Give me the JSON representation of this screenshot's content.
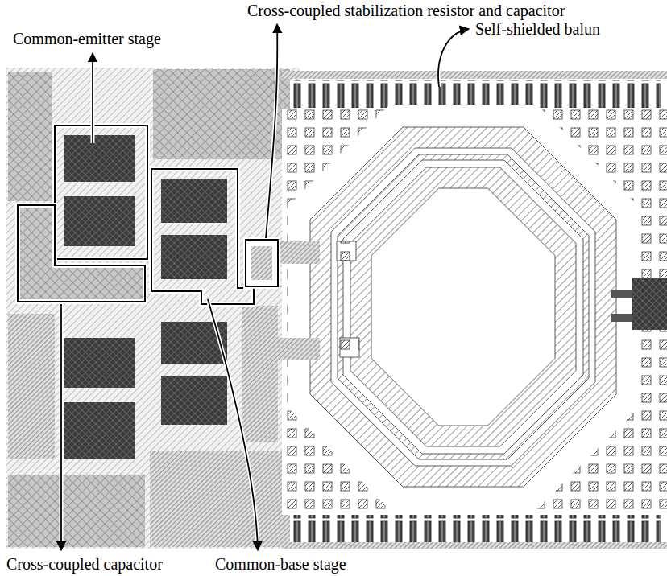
{
  "diagram": {
    "labels": [
      "Cross-coupled stabilization resistor and capacitor",
      "Self-shielded balun",
      "Common-emitter stage",
      "Cross-coupled capacitor",
      "Common-base stage"
    ]
  }
}
